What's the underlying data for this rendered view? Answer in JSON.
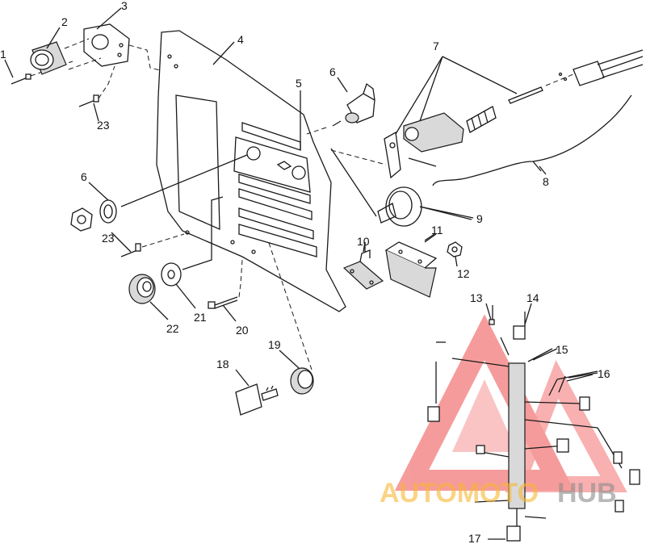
{
  "labels": {
    "p1": "1",
    "p2": "2",
    "p3": "3",
    "p4": "4",
    "p5": "5",
    "p6a": "6",
    "p6b": "6",
    "p7": "7",
    "p8": "8",
    "p9": "9",
    "p10": "10",
    "p11": "11",
    "p12": "12",
    "p13": "13",
    "p14": "14",
    "p15": "15",
    "p16": "16",
    "p17": "17",
    "p18": "18",
    "p19": "19",
    "p20": "20",
    "p21": "21",
    "p22": "22",
    "p23a": "23",
    "p23b": "23"
  },
  "watermark": {
    "part1": "AUTOMOTO",
    "part2": "HUB",
    "color_primary": "#f7b733",
    "color_secondary": "#8c8c8c",
    "triangle_color": "#ef4b4b"
  }
}
